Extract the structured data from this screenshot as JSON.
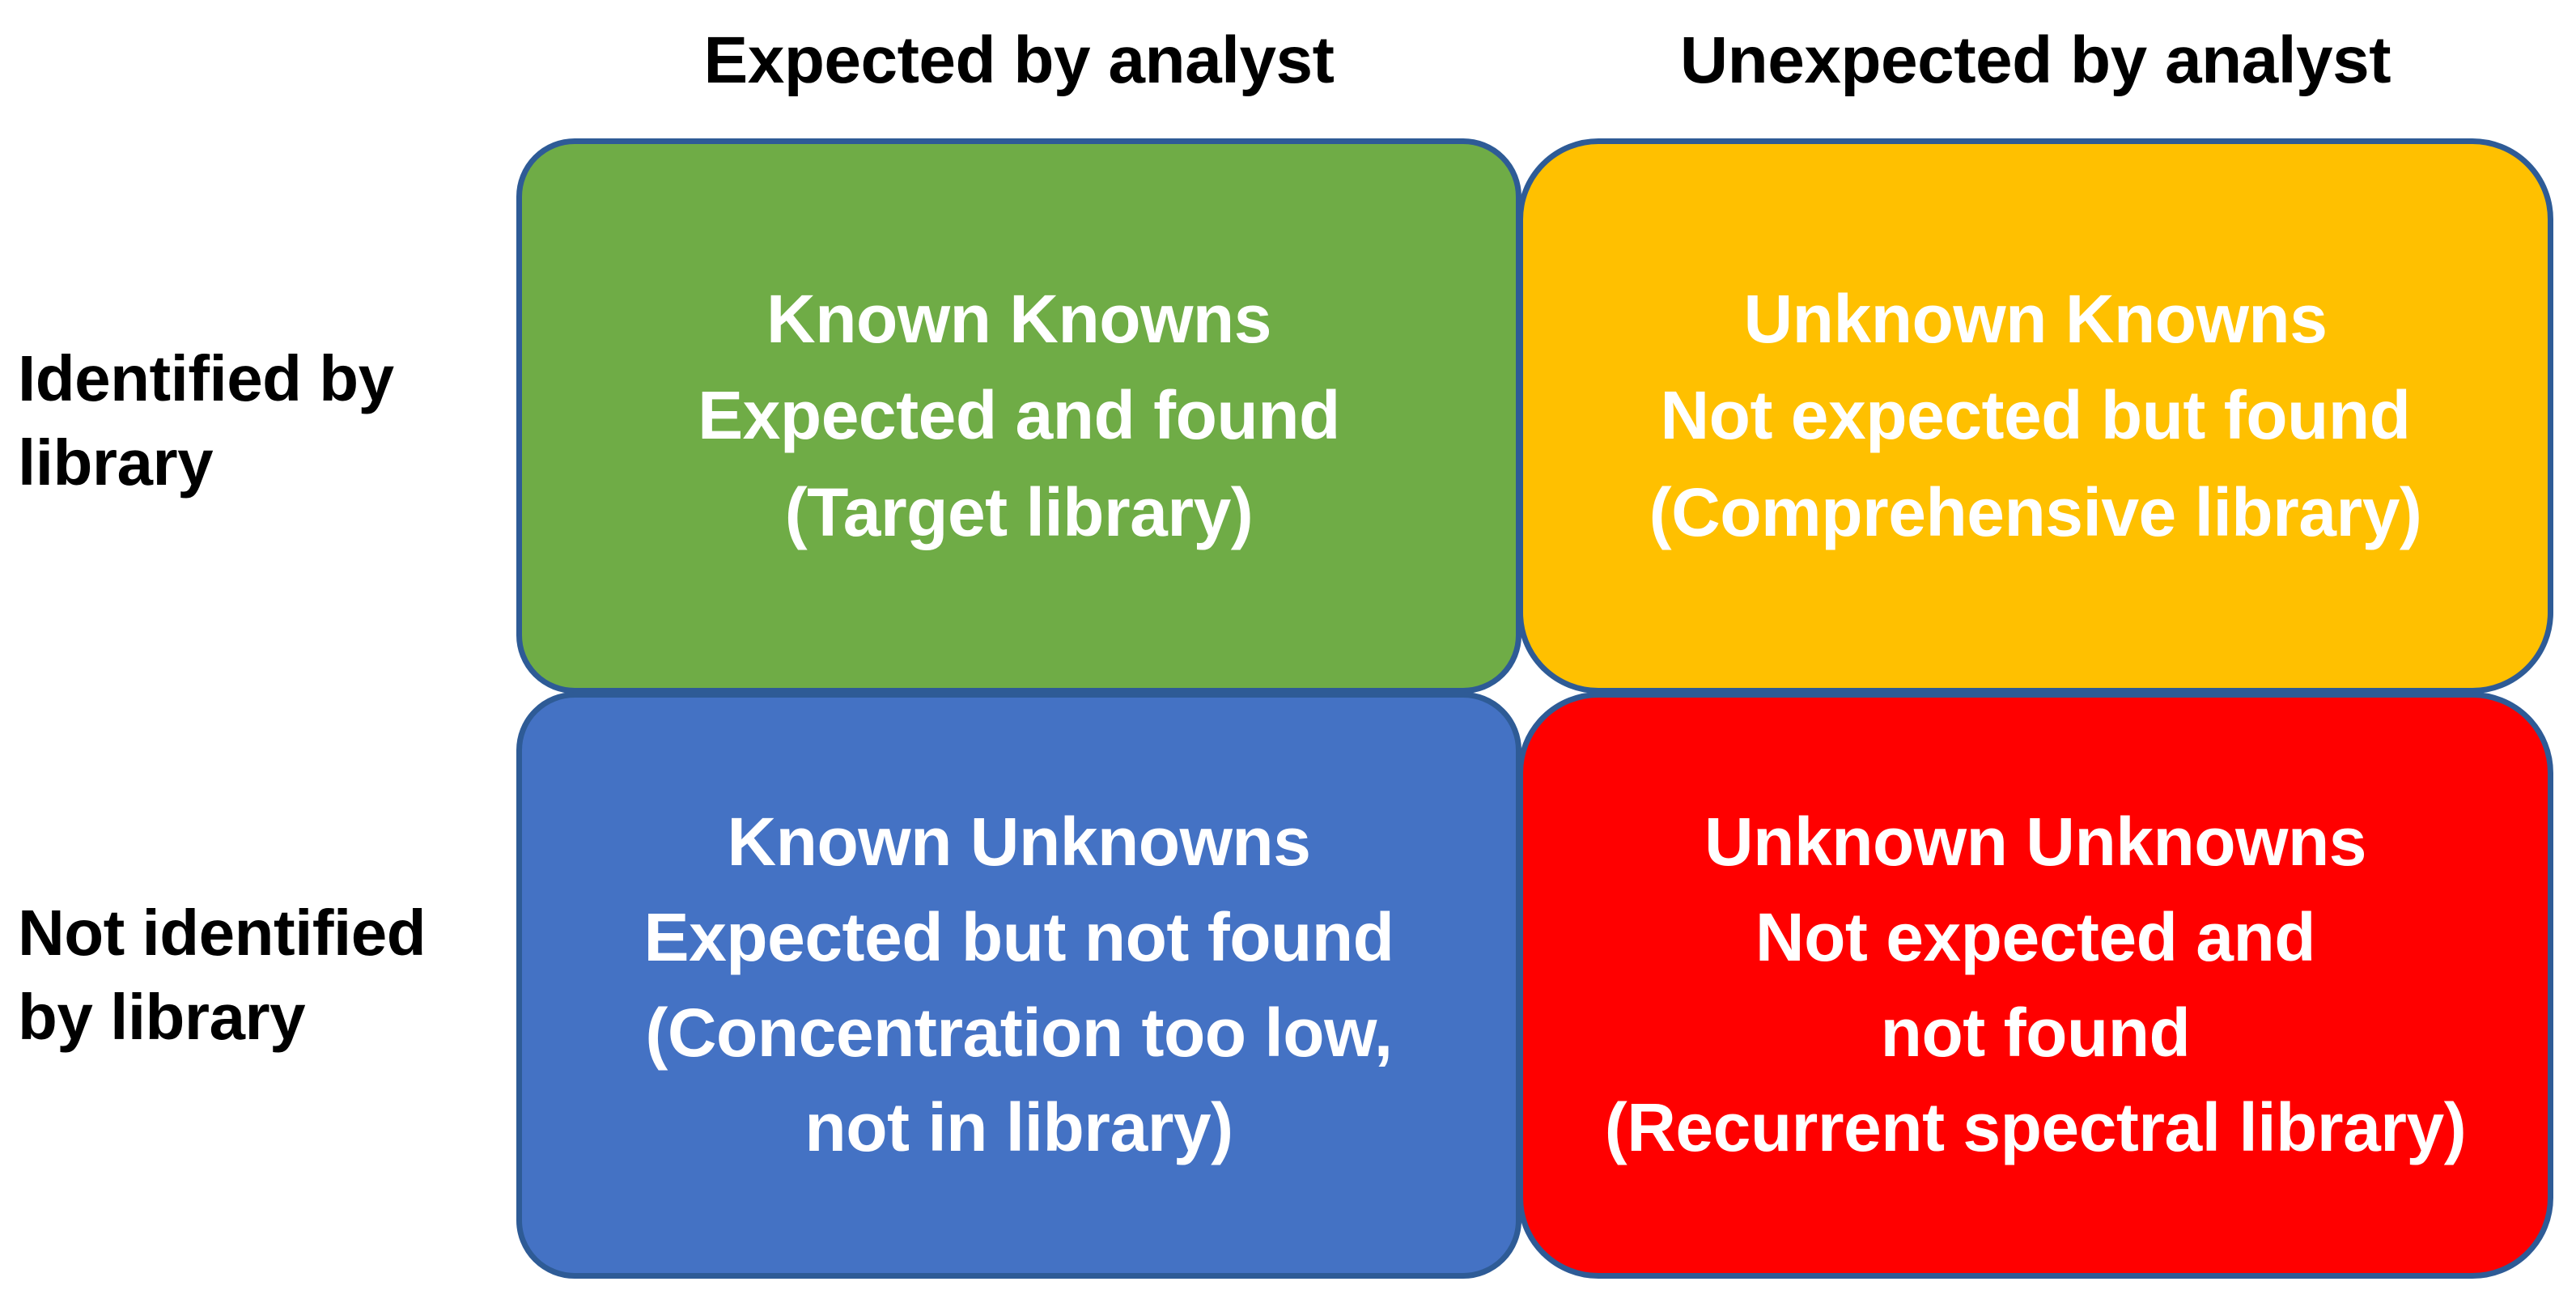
{
  "diagram": {
    "title_visible": false,
    "column_headers": [
      {
        "label": "Expected by analyst"
      },
      {
        "label": "Unexpected by analyst"
      }
    ],
    "row_headers": [
      {
        "line1": "Identified by",
        "line2": "library"
      },
      {
        "line1": "Not identified",
        "line2": "by library"
      }
    ],
    "quadrants": [
      {
        "id": "known-knowns",
        "row": 0,
        "col": 0,
        "fill_color": "#6FAC46",
        "border_color": "#2E5B96",
        "text_color": "#FFFFFF",
        "lines": [
          "Known Knowns",
          "Expected and found",
          "(Target library)"
        ]
      },
      {
        "id": "unknown-knowns",
        "row": 0,
        "col": 1,
        "fill_color": "#FFC000",
        "border_color": "#2E5B96",
        "text_color": "#FFFFFF",
        "lines": [
          "Unknown Knowns",
          "Not expected but found",
          "(Comprehensive library)"
        ]
      },
      {
        "id": "known-unknowns",
        "row": 1,
        "col": 0,
        "fill_color": "#4472C4",
        "border_color": "#2E5B96",
        "text_color": "#FFFFFF",
        "lines": [
          "Known Unknowns",
          "Expected but not found",
          "(Concentration too low,",
          "not in library)"
        ]
      },
      {
        "id": "unknown-unknowns",
        "row": 1,
        "col": 1,
        "fill_color": "#FF0000",
        "border_color": "#2E5B96",
        "text_color": "#FFFFFF",
        "lines": [
          "Unknown Unknowns",
          "Not expected and",
          "not found",
          "(Recurrent spectral library)"
        ]
      }
    ]
  }
}
